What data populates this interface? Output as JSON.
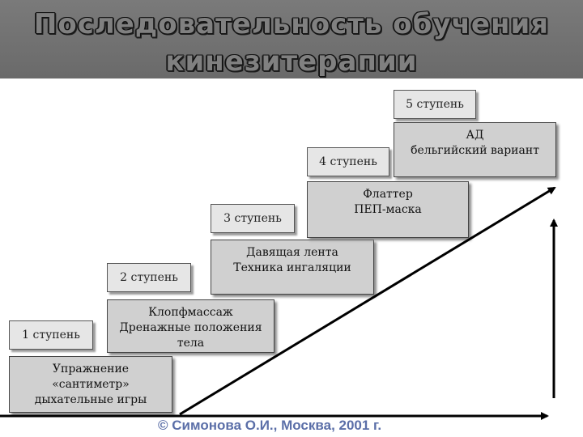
{
  "title": {
    "line1": "Последовательность обучения",
    "line2": "кинезитерапии"
  },
  "steps": [
    {
      "label": "1 ступень",
      "desc": [
        "Упражнение",
        "«сантиметр»",
        "дыхательные игры"
      ]
    },
    {
      "label": "2 ступень",
      "desc": [
        "Клопфмассаж",
        "Дренажные положения",
        "тела"
      ]
    },
    {
      "label": "3 ступень",
      "desc": [
        "Давящая лента",
        "Техника ингаляции"
      ]
    },
    {
      "label": "4 ступень",
      "desc": [
        "Флаттер",
        "ПЕП-маска"
      ]
    },
    {
      "label": "5 ступень",
      "desc": [
        "АД",
        "бельгийский вариант"
      ]
    }
  ],
  "footer": {
    "copyright": "© Симонова О.И., Москва, 2001 г."
  }
}
